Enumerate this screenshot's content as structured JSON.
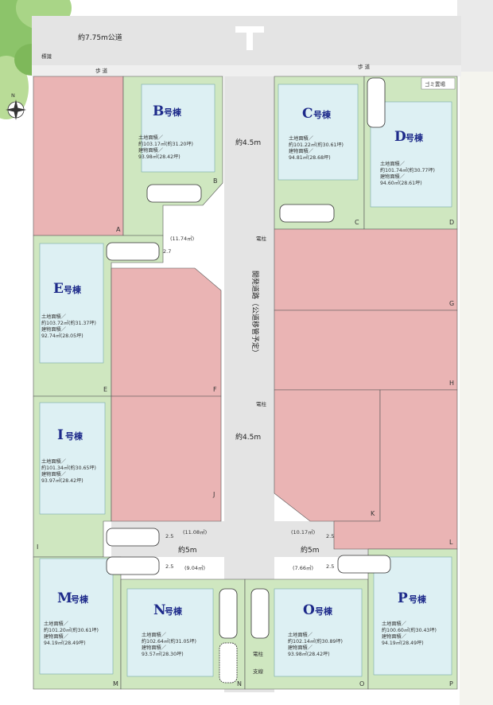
{
  "road": {
    "public_road_label": "約7.75m公道",
    "left_sidewalk": "歩 道",
    "right_sidewalk": "歩 道",
    "left_corner_mark": "標識",
    "dev_road_label": "開発道路（公道移管予定）",
    "width_top": "約4.5m",
    "width_middle": "約4.5m",
    "width_lower_left": "約5m",
    "width_lower_right": "約5m",
    "pole_label_1": "電柱",
    "pole_label_2": "電柱",
    "pole_label_3": "電柱",
    "lower_right_mark": "支線"
  },
  "garbage_label": "ゴミ置場",
  "dim_notes": {
    "a_e": "(11.74㎡)",
    "a_e_side": "2.7",
    "j_i": "(11.08㎡)",
    "j_i_side": "2.5",
    "m_n": "(9.04㎡)",
    "m_n_side": "2.5",
    "k_o": "(10.17㎡)",
    "k_o_side": "2.5",
    "o_p": "(7.66㎡)",
    "o_p_side": "2.5"
  },
  "plot_letters": [
    "A",
    "B",
    "C",
    "D",
    "E",
    "F",
    "G",
    "H",
    "I",
    "J",
    "K",
    "L",
    "M",
    "N",
    "O",
    "P"
  ],
  "houses": [
    {
      "id": "B",
      "name": "号棟",
      "land": "土地面積／",
      "land_val": "約103.17㎡(約31.20坪)",
      "bldg": "建物面積／",
      "bldg_val": "93.98㎡(28.42坪)"
    },
    {
      "id": "C",
      "name": "号棟",
      "land": "土地面積／",
      "land_val": "約101.22㎡(約30.61坪)",
      "bldg": "建物面積／",
      "bldg_val": "94.81㎡(28.68坪)"
    },
    {
      "id": "D",
      "name": "号棟",
      "land": "土地面積／",
      "land_val": "約101.74㎡(約30.77坪)",
      "bldg": "建物面積／",
      "bldg_val": "94.60㎡(28.61坪)"
    },
    {
      "id": "E",
      "name": "号棟",
      "land": "土地面積／",
      "land_val": "約103.72㎡(約31.37坪)",
      "bldg": "建物面積／",
      "bldg_val": "92.74㎡(28.05坪)"
    },
    {
      "id": "I",
      "name": "号棟",
      "land": "土地面積／",
      "land_val": "約101.34㎡(約30.65坪)",
      "bldg": "建物面積／",
      "bldg_val": "93.97㎡(28.42坪)"
    },
    {
      "id": "M",
      "name": "号棟",
      "land": "土地面積／",
      "land_val": "約101.20㎡(約30.61坪)",
      "bldg": "建物面積／",
      "bldg_val": "94.19㎡(28.49坪)"
    },
    {
      "id": "N",
      "name": "号棟",
      "land": "土地面積／",
      "land_val": "約102.64㎡(約31.05坪)",
      "bldg": "建物面積／",
      "bldg_val": "93.57㎡(28.30坪)"
    },
    {
      "id": "O",
      "name": "号棟",
      "land": "土地面積／",
      "land_val": "約102.14㎡(約30.89坪)",
      "bldg": "建物面積／",
      "bldg_val": "93.98㎡(28.42坪)"
    },
    {
      "id": "P",
      "name": "号棟",
      "land": "土地面積／",
      "land_val": "約100.60㎡(約30.43坪)",
      "bldg": "建物面積／",
      "bldg_val": "94.19㎡(28.49坪)"
    }
  ],
  "compass_label": "N",
  "colors": {
    "green_lot": "#cfe7c0",
    "pink_lot": "#eab4b4",
    "house_fill": "#ddf0f3",
    "road": "#e4e4e4",
    "title_blue": "#1d2a8a"
  }
}
